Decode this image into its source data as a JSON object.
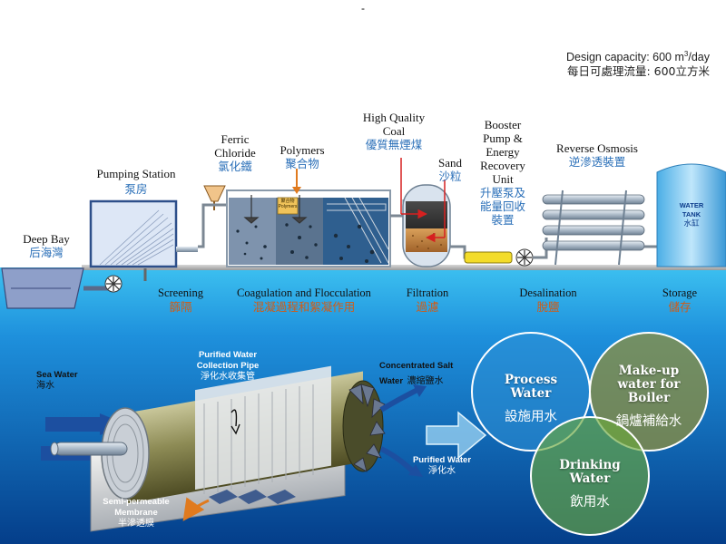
{
  "top_mark": "-",
  "capacity": {
    "en_prefix": "Design capacity: 600 m",
    "en_sup": "3",
    "en_suffix": "/day",
    "cn": "每日可處理流量: 600立方米"
  },
  "labels": {
    "deep_bay": {
      "en": "Deep Bay",
      "cn": "后海灣"
    },
    "pumping": {
      "en": "Pumping Station",
      "cn": "泵房"
    },
    "ferric": {
      "en1": "Ferric",
      "en2": "Chloride",
      "cn": "氯化鐵"
    },
    "polymers": {
      "en": "Polymers",
      "cn": "聚合物"
    },
    "coal": {
      "en1": "High Quality",
      "en2": "Coal",
      "cn": "優質無煙煤"
    },
    "sand": {
      "en": "Sand",
      "cn": "沙粒"
    },
    "booster": {
      "en1": "Booster",
      "en2": "Pump &",
      "en3": "Energy",
      "en4": "Recovery",
      "en5": "Unit",
      "cn1": "升壓泵及",
      "cn2": "能量回收",
      "cn3": "裝置"
    },
    "ro": {
      "en": "Reverse Osmosis",
      "cn": "逆滲透裝置"
    },
    "tank": {
      "en1": "WATER",
      "en2": "TANK",
      "cn": "水缸"
    },
    "polymer_tag": "聚合物\nPolymers"
  },
  "stages": [
    {
      "en": "Screening",
      "cn": "篩隔"
    },
    {
      "en": "Coagulation and Flocculation",
      "cn": "混凝過程和絮凝作用"
    },
    {
      "en": "Filtration",
      "cn": "過濾"
    },
    {
      "en": "Desalination",
      "cn": "脫鹽"
    },
    {
      "en": "Storage",
      "cn": "儲存"
    }
  ],
  "membrane": {
    "sea_water": {
      "en": "Sea Water",
      "cn": "海水"
    },
    "collection_pipe": {
      "en1": "Purified Water",
      "en2": "Collection Pipe",
      "cn": "淨化水收集管"
    },
    "salt_water": {
      "en1": "Concentrated Salt",
      "en2": "Water",
      "cn": "濃縮鹽水"
    },
    "purified": {
      "en": "Purified Water",
      "cn": "淨化水"
    },
    "semi": {
      "en1": "Semi-permeable",
      "en2": "Membrane",
      "cn": "半滲透膜"
    }
  },
  "uses": [
    {
      "en1": "Process",
      "en2": "Water",
      "en3": "",
      "cn": "設施用水"
    },
    {
      "en1": "Make-up",
      "en2": "water for",
      "en3": "Boiler",
      "cn": "鍋爐補給水"
    },
    {
      "en1": "Drinking",
      "en2": "Water",
      "en3": "",
      "cn": "飲用水"
    }
  ],
  "colors": {
    "sky": "#ffffff",
    "sea_top": "#27a8e8",
    "sea_bottom": "#04438f",
    "circle_blue": "#2d8fd6",
    "circle_olive": "#8f8f3c",
    "circle_green": "#6aa83c",
    "accent_blue": "#2a6fb8",
    "accent_orange": "#d45a12"
  }
}
